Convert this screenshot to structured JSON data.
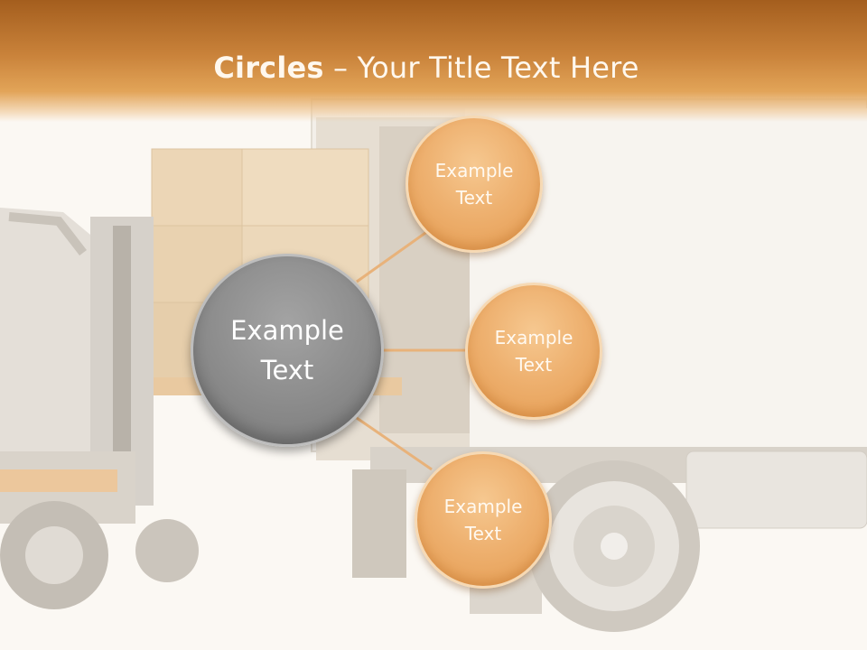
{
  "title": {
    "bold": "Circles",
    "rest": " – Your Title Text Here"
  },
  "center": {
    "line1": "Example",
    "line2": "Text"
  },
  "nodes": [
    {
      "line1": "Example",
      "line2": "Text"
    },
    {
      "line1": "Example",
      "line2": "Text"
    },
    {
      "line1": "Example",
      "line2": "Text"
    }
  ],
  "colors": {
    "header": "#c9823a",
    "node": "#eeb170",
    "center": "#8d8d8d",
    "connector": "#e8b27a"
  }
}
